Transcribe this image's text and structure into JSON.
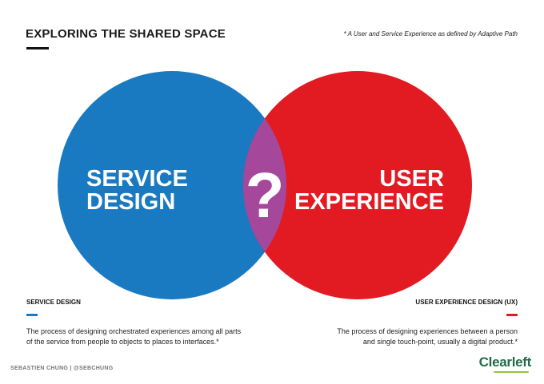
{
  "header": {
    "title": "EXPLORING THE SHARED SPACE",
    "footnote": "* A User and Service Experience as defined by Adaptive Path"
  },
  "venn": {
    "left_label_line1": "SERVICE",
    "left_label_line2": "DESIGN",
    "right_label_line1": "USER",
    "right_label_line2": "EXPERIENCE",
    "overlap_label": "?",
    "colors": {
      "left": "#1a7ac1",
      "right": "#e21a22",
      "overlap": "#a5489b"
    }
  },
  "left_panel": {
    "heading": "SERVICE DESIGN",
    "description_line1": "The process of designing orchestrated experiences among all parts",
    "description_line2": "of the service from people to objects to places to interfaces.*"
  },
  "right_panel": {
    "heading": "USER EXPERIENCE DESIGN (UX)",
    "description_line1": "The process of designing experiences between a person",
    "description_line2": "and single touch-point, usually a digital product.*"
  },
  "footer": {
    "credit": "SEBASTIEN CHUNG | @SEBCHUNG",
    "logo": "Clearleft"
  }
}
